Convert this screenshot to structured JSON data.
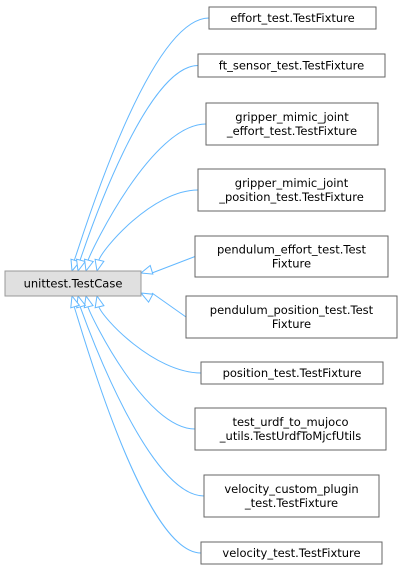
{
  "diagram": {
    "base_class": {
      "label": "unittest.TestCase"
    },
    "derived_classes": [
      {
        "lines": [
          "effort_test.TestFixture"
        ]
      },
      {
        "lines": [
          "ft_sensor_test.TestFixture"
        ]
      },
      {
        "lines": [
          "gripper_mimic_joint",
          "_effort_test.TestFixture"
        ]
      },
      {
        "lines": [
          "gripper_mimic_joint",
          "_position_test.TestFixture"
        ]
      },
      {
        "lines": [
          "pendulum_effort_test.Test",
          "Fixture"
        ]
      },
      {
        "lines": [
          "pendulum_position_test.Test",
          "Fixture"
        ]
      },
      {
        "lines": [
          "position_test.TestFixture"
        ]
      },
      {
        "lines": [
          "test_urdf_to_mujoco",
          "_utils.TestUrdfToMjcfUtils"
        ]
      },
      {
        "lines": [
          "velocity_custom_plugin",
          "_test.TestFixture"
        ]
      },
      {
        "lines": [
          "velocity_test.TestFixture"
        ]
      }
    ],
    "colors": {
      "edge": "#63b8ff",
      "node_border": "#666666",
      "base_fill": "#e0e0e0",
      "base_border": "#999999",
      "node_fill": "#ffffff"
    }
  }
}
